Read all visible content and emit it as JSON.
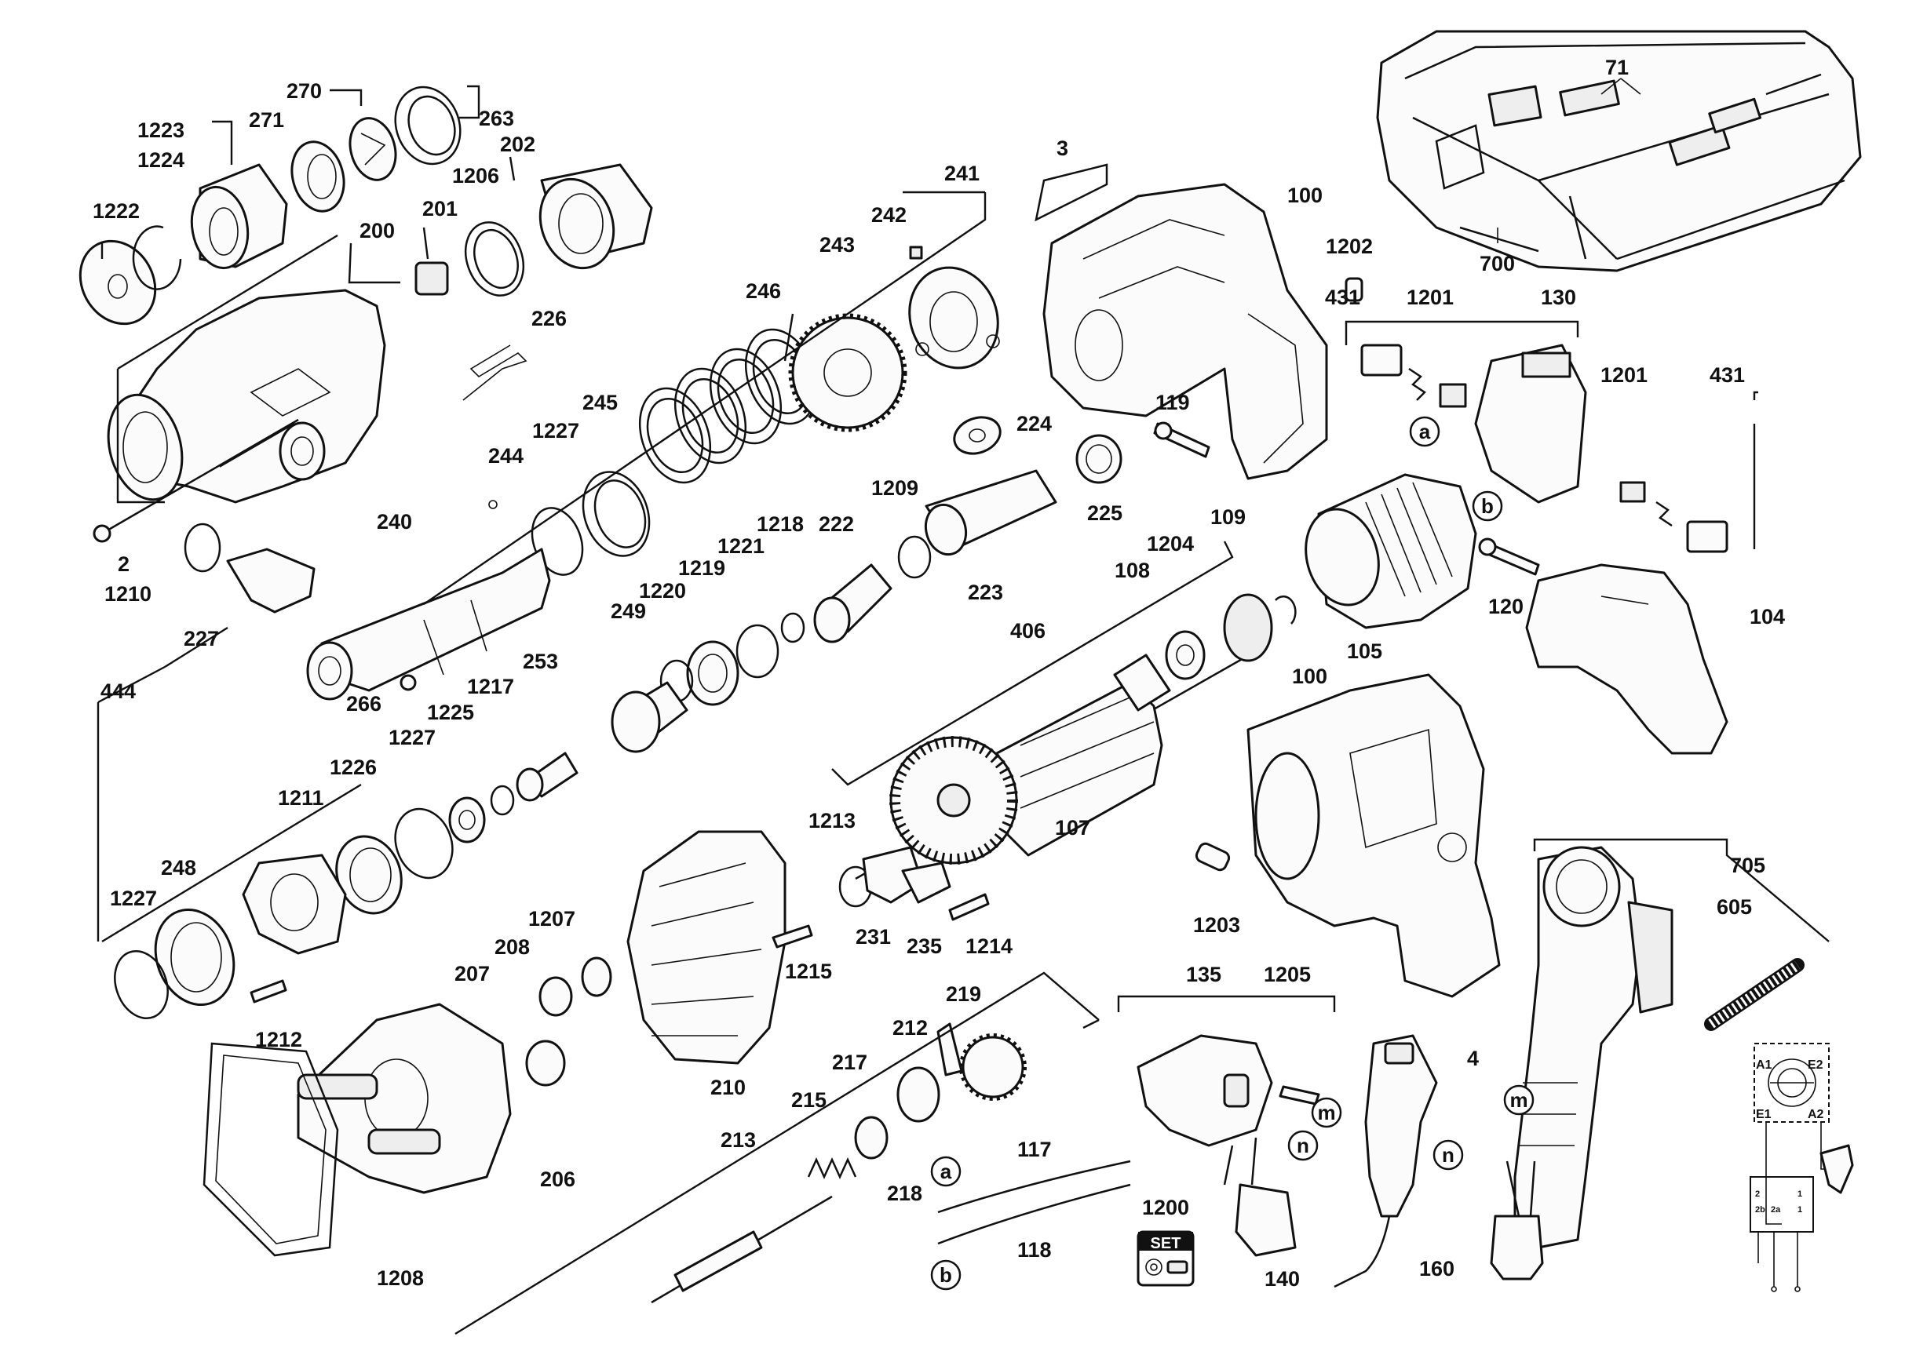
{
  "diagram": {
    "labels": {
      "l71": "71",
      "l700": "700",
      "l270": "270",
      "l263": "263",
      "l1223": "1223",
      "l271": "271",
      "l1224": "1224",
      "l202": "202",
      "l1222": "1222",
      "l1206": "1206",
      "l201": "201",
      "l200": "200",
      "l3": "3",
      "l100a": "100",
      "l241": "241",
      "l242": "242",
      "l243": "243",
      "l1202": "1202",
      "l431a": "431",
      "l1201a": "1201",
      "l130": "130",
      "l1201b": "1201",
      "l431b": "431",
      "l226": "226",
      "l246": "246",
      "l119": "119",
      "l245": "245",
      "l224": "224",
      "l1227a": "1227",
      "l244": "244",
      "l240": "240",
      "l2": "2",
      "l1210": "1210",
      "l227": "227",
      "l1209": "1209",
      "l1218": "1218",
      "l222": "222",
      "l1221": "1221",
      "l225": "225",
      "l109": "109",
      "l1204": "1204",
      "l108": "108",
      "l1219": "1219",
      "l1220": "1220",
      "l223": "223",
      "l120": "120",
      "l104": "104",
      "l105": "105",
      "l249": "249",
      "l406": "406",
      "l266": "266",
      "l253": "253",
      "l100b": "100",
      "l444": "444",
      "l1217": "1217",
      "l1225": "1225",
      "l1227b": "1227",
      "l1226": "1226",
      "l1211": "1211",
      "l1213": "1213",
      "l107": "107",
      "l248": "248",
      "l705": "705",
      "l1227c": "1227",
      "l231": "231",
      "l235": "235",
      "l1214": "1214",
      "l1203": "1203",
      "l605": "605",
      "l1207": "1207",
      "l208": "208",
      "l1215": "1215",
      "l207": "207",
      "l135": "135",
      "l1205": "1205",
      "l219": "219",
      "l1212": "1212",
      "l212": "212",
      "l217": "217",
      "l4": "4",
      "l210": "210",
      "l215": "215",
      "l213": "213",
      "l117": "117",
      "l206": "206",
      "l218": "218",
      "l1200": "1200",
      "l118": "118",
      "l1208": "1208",
      "l140": "140",
      "l160": "160"
    },
    "connectors": {
      "a1": "a",
      "b1": "b",
      "m1": "m",
      "n1": "n",
      "a2": "a",
      "b2": "b",
      "m2": "m",
      "n2": "n"
    },
    "set_badge": "SET",
    "wiring": {
      "a1": "A1",
      "e2": "E2",
      "e1": "E1",
      "a2": "A2",
      "t2": "2",
      "t2b": "2b",
      "t1": "1",
      "t2a": "2a",
      "t11": "1"
    }
  }
}
